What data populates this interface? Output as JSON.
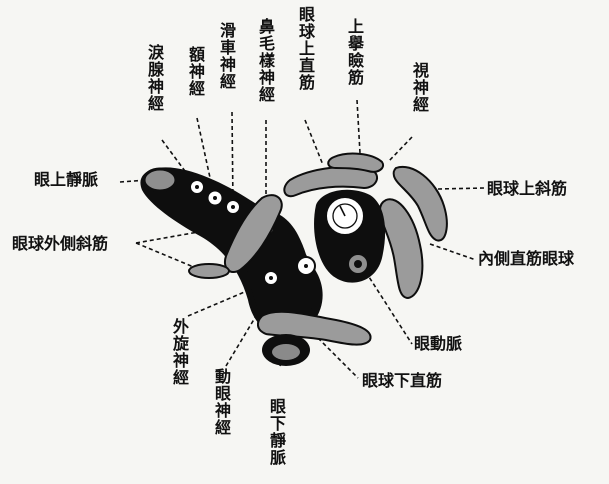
{
  "labels": {
    "lacrimal_nerve": "淚腺神經",
    "frontal_nerve": "額神經",
    "trochlear_nerve": "滑車神經",
    "nasociliary_nerve": "鼻毛樣神經",
    "superior_rectus": "眼球上直筋",
    "levator_palpebrae": "上擧瞼筋",
    "optic_nerve": "視神經",
    "superior_ophthalmic_vein": "眼上靜脈",
    "superior_oblique": "眼球上斜筋",
    "lateral_rectus": "眼球外側斜筋",
    "medial_rectus": "內側直筋眼球",
    "abducens_nerve": "外旋神經",
    "oculomotor_nerve": "動眼神經",
    "inferior_ophthalmic_vein": "眼下靜脈",
    "ophthalmic_artery": "眼動脈",
    "inferior_rectus": "眼球下直筋"
  }
}
